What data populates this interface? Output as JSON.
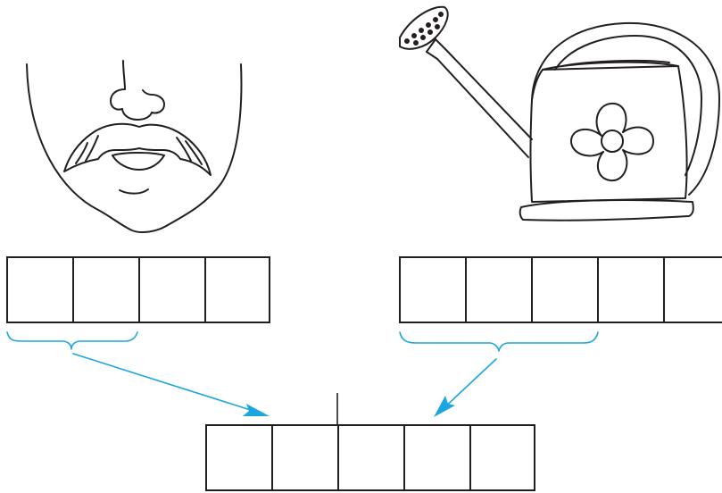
{
  "pictures": [
    {
      "name": "face-with-mustache",
      "icon": "face-with-mustache-icon"
    },
    {
      "name": "watering-can",
      "icon": "watering-can-icon"
    }
  ],
  "rows": {
    "left_word": {
      "cells": 4,
      "bracketed_cells": 2
    },
    "right_word": {
      "cells": 5,
      "bracketed_cells": 3
    },
    "answer_word": {
      "cells": 5,
      "divider_after_cell": 2
    }
  },
  "colors": {
    "line": "#231f20",
    "accent": "#1ba6e0"
  }
}
